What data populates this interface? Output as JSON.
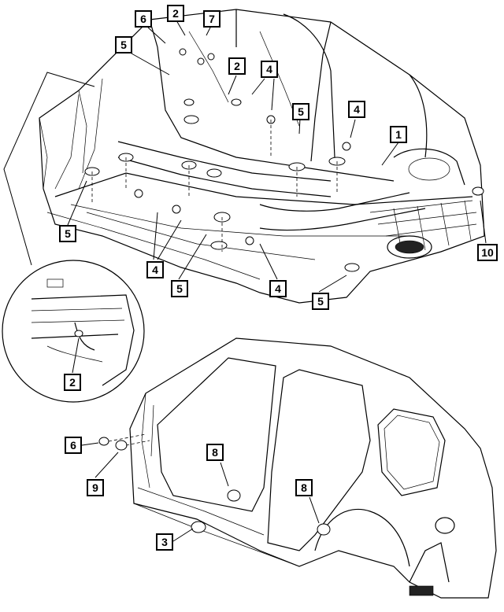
{
  "callouts": [
    {
      "id": "c1",
      "label": "1"
    },
    {
      "id": "c2a",
      "label": "2"
    },
    {
      "id": "c2b",
      "label": "2"
    },
    {
      "id": "c2c",
      "label": "2"
    },
    {
      "id": "c3",
      "label": "3"
    },
    {
      "id": "c4a",
      "label": "4"
    },
    {
      "id": "c4b",
      "label": "4"
    },
    {
      "id": "c4c",
      "label": "4"
    },
    {
      "id": "c4d",
      "label": "4"
    },
    {
      "id": "c5a",
      "label": "5"
    },
    {
      "id": "c5b",
      "label": "5"
    },
    {
      "id": "c5c",
      "label": "5"
    },
    {
      "id": "c5d",
      "label": "5"
    },
    {
      "id": "c5e",
      "label": "5"
    },
    {
      "id": "c6a",
      "label": "6"
    },
    {
      "id": "c6b",
      "label": "6"
    },
    {
      "id": "c7",
      "label": "7"
    },
    {
      "id": "c8a",
      "label": "8"
    },
    {
      "id": "c8b",
      "label": "8"
    },
    {
      "id": "c9",
      "label": "9"
    },
    {
      "id": "c10",
      "label": "10"
    }
  ]
}
